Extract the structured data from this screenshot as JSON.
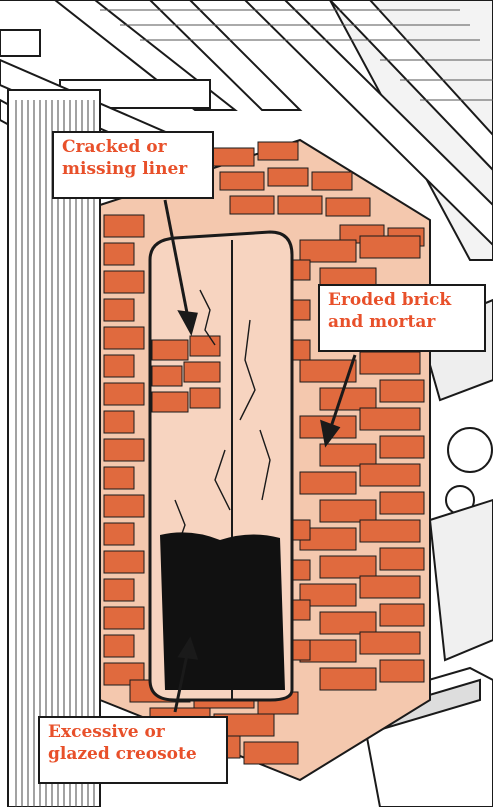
{
  "colors": {
    "label_text": "#e8502a",
    "brick": "#e06a3e",
    "mortar": "#f4c8ae",
    "liner": "#f7d4c0",
    "creosote": "#111111",
    "outline": "#1a1a1a"
  },
  "callouts": {
    "cracked_liner": {
      "line1": "Cracked or",
      "line2": "missing liner"
    },
    "eroded_brick": {
      "line1": "Eroded brick",
      "line2": "and mortar"
    },
    "creosote": {
      "line1": "Excessive or",
      "line2": "glazed creosote"
    }
  }
}
